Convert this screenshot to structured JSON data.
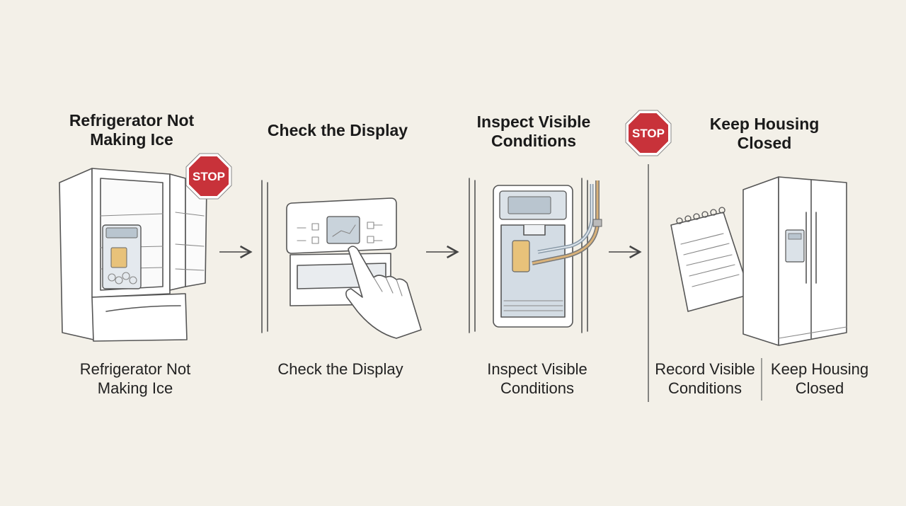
{
  "steps": [
    {
      "title_line1": "Refrigerator Not",
      "title_line2": "Making Ice",
      "caption_line1": "Refrigerator Not",
      "caption_line2": "Making Ice"
    },
    {
      "title_line1": "Check the Display",
      "title_line2": "",
      "caption_line1": "Check the Display",
      "caption_line2": ""
    },
    {
      "title_line1": "Inspect Visible",
      "title_line2": "Conditions",
      "caption_line1": "Inspect Visible",
      "caption_line2": "Conditions"
    },
    {
      "title_line1": "Keep Housing",
      "title_line2": "Closed",
      "caption_line1": "Keep Housing",
      "caption_line2": "Closed"
    }
  ],
  "extra_caption": {
    "line1": "Record Visible",
    "line2": "Conditions"
  },
  "stop_signs": [
    {
      "label": "STOP",
      "color": "#c8323a"
    },
    {
      "label": "STOP",
      "color": "#c8323a"
    }
  ],
  "colors": {
    "background": "#f3f0e8",
    "line": "#555555",
    "screen": "#c9d3db",
    "ice_tray": "#e8c27a",
    "water_line": "#d9b27a"
  },
  "icons": [
    "french-door-refrigerator-icon",
    "control-panel-icon",
    "pointing-hand-icon",
    "ice-dispenser-icon",
    "water-line-icon",
    "notepad-icon",
    "side-by-side-refrigerator-icon",
    "stop-sign-icon",
    "arrow-right-icon"
  ]
}
